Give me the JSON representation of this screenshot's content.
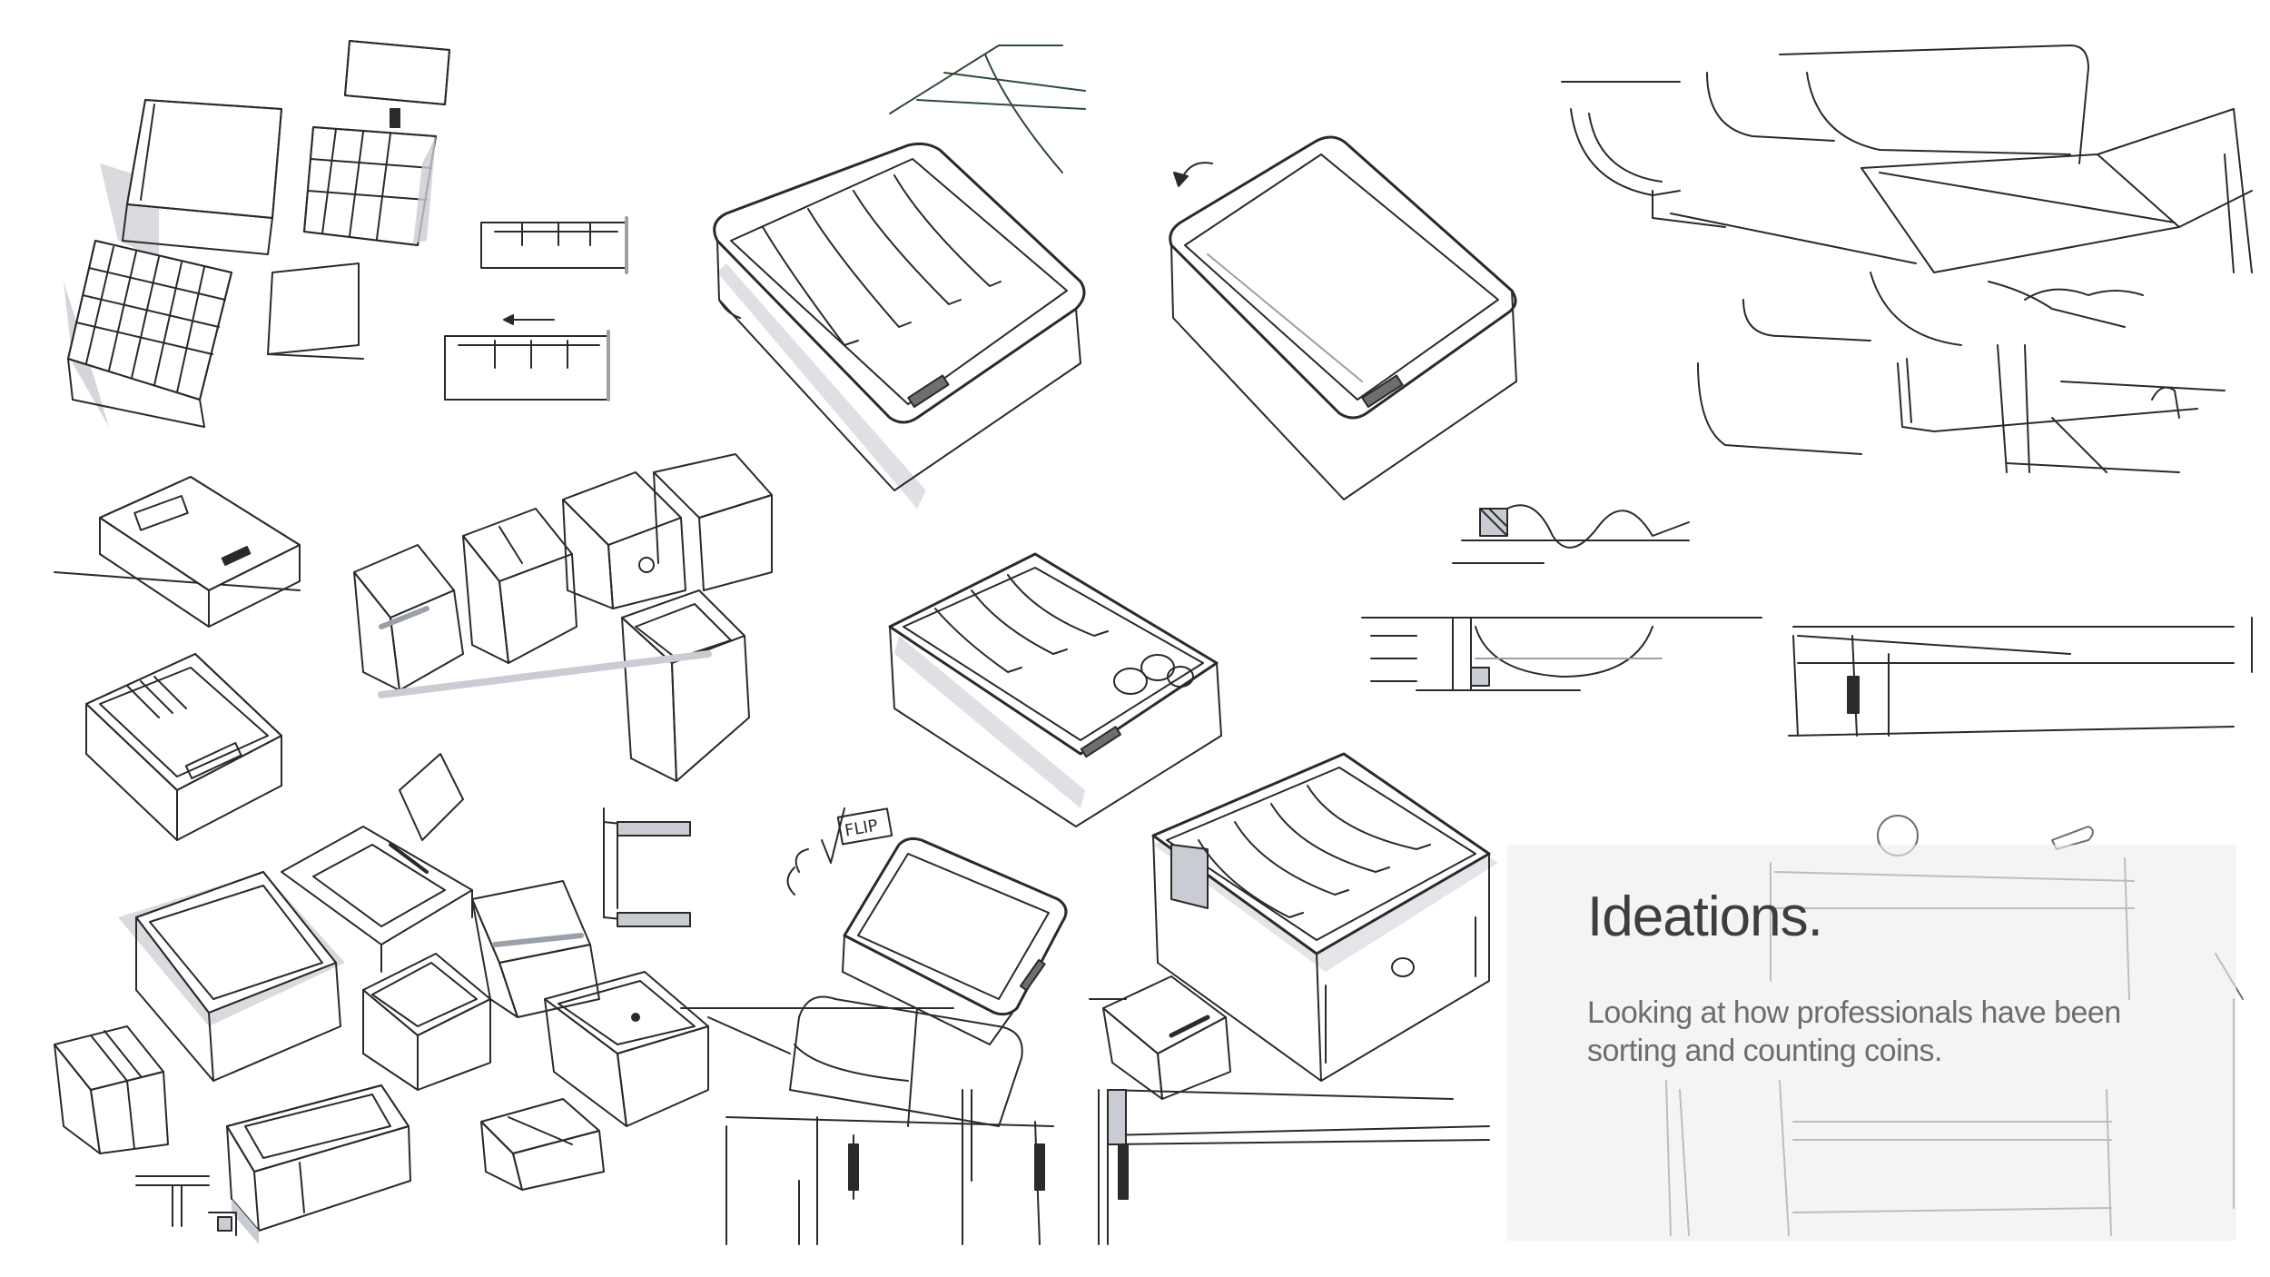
{
  "panel": {
    "title": "Ideations.",
    "description": "Looking at how professionals have been sorting and counting coins."
  },
  "sketch_annotations": {
    "flip_label": "FLIP"
  },
  "colors": {
    "ink": "#2a2a2a",
    "ink_light": "#6e6e6e",
    "marker_grey": "#c9ccd2",
    "ink_green": "#2f4a36",
    "panel_bg": "#eeeeee",
    "title_text": "#3e3e3e",
    "desc_text": "#6d6d6d"
  }
}
